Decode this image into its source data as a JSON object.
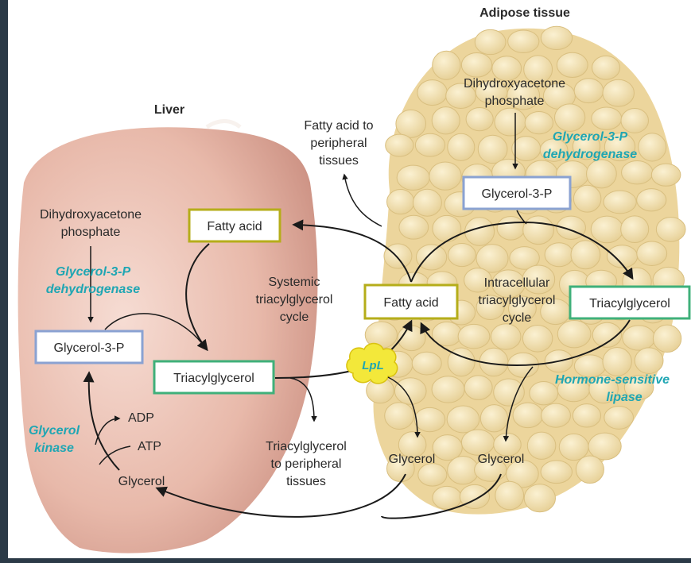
{
  "regions": {
    "adipose": "Adipose tissue",
    "liver": "Liver"
  },
  "adipose": {
    "dhap_line1": "Dihydroxyacetone",
    "dhap_line2": "phosphate",
    "enzyme_g3p_line1": "Glycerol-3-P",
    "enzyme_g3p_line2": "dehydrogenase",
    "glycerol3p": "Glycerol-3-P",
    "triacylglycerol": "Triacylglycerol",
    "fatty_acid": "Fatty acid",
    "cycle_line1": "Intracellular",
    "cycle_line2": "triacylglycerol",
    "cycle_line3": "cycle",
    "hsl_line1": "Hormone-sensitive",
    "hsl_line2": "lipase",
    "glycerol": "Glycerol"
  },
  "liver": {
    "dhap_line1": "Dihydroxyacetone",
    "dhap_line2": "phosphate",
    "enzyme_g3p_line1": "Glycerol-3-P",
    "enzyme_g3p_line2": "dehydrogenase",
    "glycerol3p": "Glycerol-3-P",
    "fatty_acid": "Fatty acid",
    "triacylglycerol": "Triacylglycerol",
    "kinase_line1": "Glycerol",
    "kinase_line2": "kinase",
    "adp": "ADP",
    "atp": "ATP",
    "glycerol": "Glycerol"
  },
  "systemic": {
    "cycle_line1": "Systemic",
    "cycle_line2": "triacylglycerol",
    "cycle_line3": "cycle",
    "fa_periph_line1": "Fatty acid to",
    "fa_periph_line2": "peripheral",
    "fa_periph_line3": "tissues",
    "tag_periph_line1": "Triacylglycerol",
    "tag_periph_line2": "to peripheral",
    "tag_periph_line3": "tissues",
    "lpl": "LpL",
    "glycerol": "Glycerol"
  },
  "colors": {
    "fatty_acid_box": "#b5ad1a",
    "tag_box": "#3fb07a",
    "g3p_box": "#8aa2d2",
    "enzyme_text": "#1fa6b3",
    "lpl_fill": "#f3e83a",
    "liver_fill": "#e7b7a8",
    "adipose_fill": "#f2dfb0"
  }
}
